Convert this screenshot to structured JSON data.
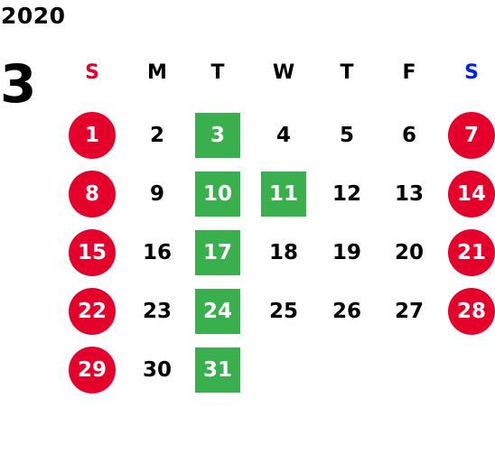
{
  "calendar": {
    "year": "2020",
    "month": "3",
    "weekday_headers": [
      {
        "label": "S",
        "color": "#e4002b"
      },
      {
        "label": "M",
        "color": "#000000"
      },
      {
        "label": "T",
        "color": "#000000"
      },
      {
        "label": "W",
        "color": "#000000"
      },
      {
        "label": "T",
        "color": "#000000"
      },
      {
        "label": "F",
        "color": "#000000"
      },
      {
        "label": "S",
        "color": "#0024e6"
      }
    ],
    "weeks": [
      [
        "1",
        "2",
        "3",
        "4",
        "5",
        "6",
        "7"
      ],
      [
        "8",
        "9",
        "10",
        "11",
        "12",
        "13",
        "14"
      ],
      [
        "15",
        "16",
        "17",
        "18",
        "19",
        "20",
        "21"
      ],
      [
        "22",
        "23",
        "24",
        "25",
        "26",
        "27",
        "28"
      ],
      [
        "29",
        "30",
        "31",
        "",
        "",
        "",
        ""
      ]
    ],
    "highlighted_days": [
      "3",
      "10",
      "11",
      "17",
      "24",
      "31"
    ],
    "colors": {
      "weekend_circle": "#e4002b",
      "highlight_square": "#3aaf4e",
      "sunday_header": "#e4002b",
      "saturday_header": "#0024e6"
    }
  }
}
